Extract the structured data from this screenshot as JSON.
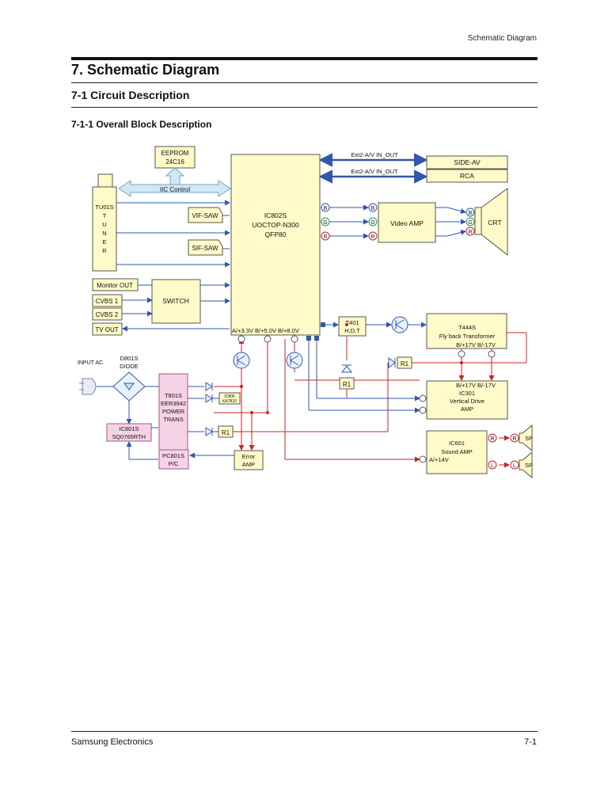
{
  "header": {
    "running_title": "Schematic Diagram",
    "chapter_title": "7. Schematic Diagram",
    "section_title": "7-1  Circuit Description",
    "subsection_title": "7-1-1 Overall Block Description"
  },
  "diagram": {
    "eeprom": [
      "EEPROM",
      "24C16"
    ],
    "iic_control": "IIC Control",
    "tuner_id": "TU01S",
    "tuner_letters": [
      "T",
      "U",
      "N",
      "E",
      "R"
    ],
    "vif_saw": "VIF-SAW",
    "sif_saw": "SIF-SAW",
    "ic802": [
      "IC802S",
      "UOCTOP-N300",
      "QFP80"
    ],
    "supply_label": "A/+3.3V B/+5.0V B/+8.0V",
    "ext_av_1": "Ext2-A/V IN_OUT",
    "ext_av_2": "Ext2-A/V IN_OUT",
    "side_av": "SIDE-AV",
    "rca": "RCA",
    "rgb_letters": [
      "B",
      "G",
      "R"
    ],
    "video_amp": "Video AMP",
    "crt": "CRT",
    "monitor_out": "Monitor OUT",
    "cvbs1": "CVBS 1",
    "cvbs2": "CVBS 2",
    "tv_out": "TV OUT",
    "switch": "SWITCH",
    "t401": [
      "T401",
      "H.D.T"
    ],
    "t444": [
      "T444S",
      "Fly back Transformer"
    ],
    "t444_volts": "B/+17V  B/-17V",
    "ic301": [
      "B/+17V  B/-17V",
      "IC301",
      "Vertical Drive",
      "AMP"
    ],
    "input_ac": "INPUT AC",
    "d801": [
      "D801S",
      "DIODE"
    ],
    "t801": [
      "T801S",
      "EER3942",
      "POWER",
      "TRANS"
    ],
    "ic806": [
      "IC806",
      "KA7810"
    ],
    "ic801": [
      "IC801S",
      "5Q0765RTH"
    ],
    "pc801": [
      "PC801S",
      "P/C"
    ],
    "error_amp": [
      "Error",
      "AMP"
    ],
    "r1": "R1",
    "ic601": [
      "IC601",
      "Sound AMP",
      "A/+14V"
    ],
    "sound_letters": [
      "R",
      "L"
    ],
    "speaker": "SP"
  },
  "footer": {
    "company": "Samsung Electronics",
    "page": "7-1"
  }
}
